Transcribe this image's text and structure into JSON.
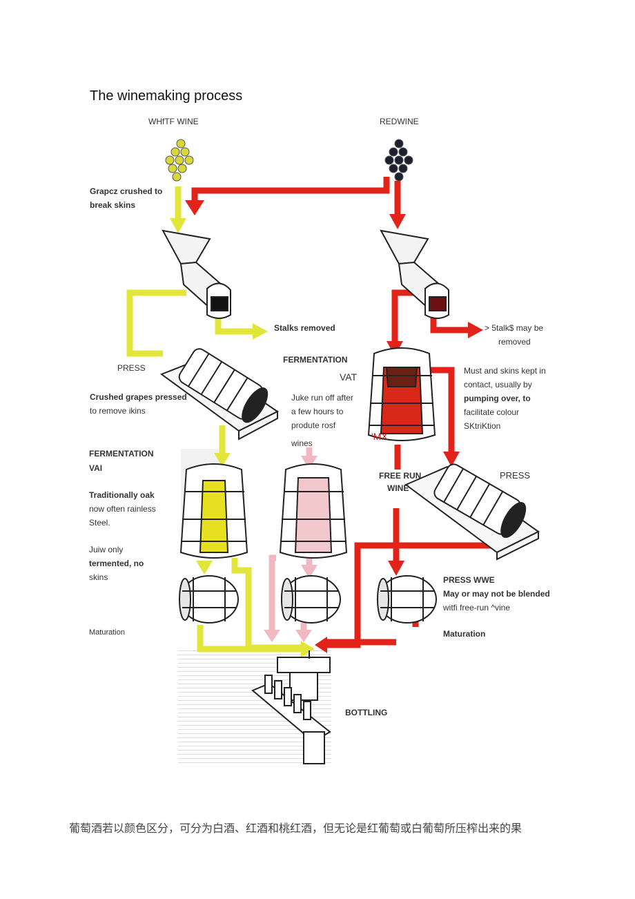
{
  "title": "The winemaking process",
  "colors": {
    "white_path": "#e3e63a",
    "red_path": "#e2231a",
    "rose_path": "#f0b8c0",
    "wood": "#8a8a8a"
  },
  "columns": {
    "white": "WHfTF WINE",
    "red": "REDWINE"
  },
  "white": {
    "crush": [
      "Grapcz crushed to",
      "break skins"
    ],
    "stalks": "Stalks removed",
    "press_label": "PRESS",
    "pressed": [
      "Crushed grapes pressed",
      "to remove ikins"
    ],
    "vat_title": [
      "FERMENTATION",
      "VAI"
    ],
    "vat_desc": [
      "Traditionally oak",
      "now often rainless",
      "Steel."
    ],
    "juice": [
      "Juiw only",
      "termented, no",
      "skins"
    ],
    "maturation": "Maturation"
  },
  "rose": {
    "fermentation_title": "FERMENTATION",
    "vat": "VAT",
    "desc": [
      "Juke run off after",
      "a few hours to",
      "produte rosf",
      "wines"
    ]
  },
  "red": {
    "stalks": [
      "> 5talk$ may be",
      "removed"
    ],
    "must": [
      "Must and skins kept in",
      "contact, usually by",
      "pumping over, to",
      "facilitate colour",
      "SKtriKtion"
    ],
    "mx": "'MX",
    "free_run": [
      "FREE RUN",
      "WINE"
    ],
    "press_label": "PRESS",
    "press_wine": "PRESS WWE",
    "blend": [
      "May or may not be blended",
      "witfi free-run ^vine"
    ],
    "maturation": "Maturation"
  },
  "bottling": "BOTTLING",
  "footer_cn": "葡萄酒若以颜色区分，可分为白酒、红酒和桃红酒，但无论是红葡萄或白葡萄所压榨出来的果"
}
